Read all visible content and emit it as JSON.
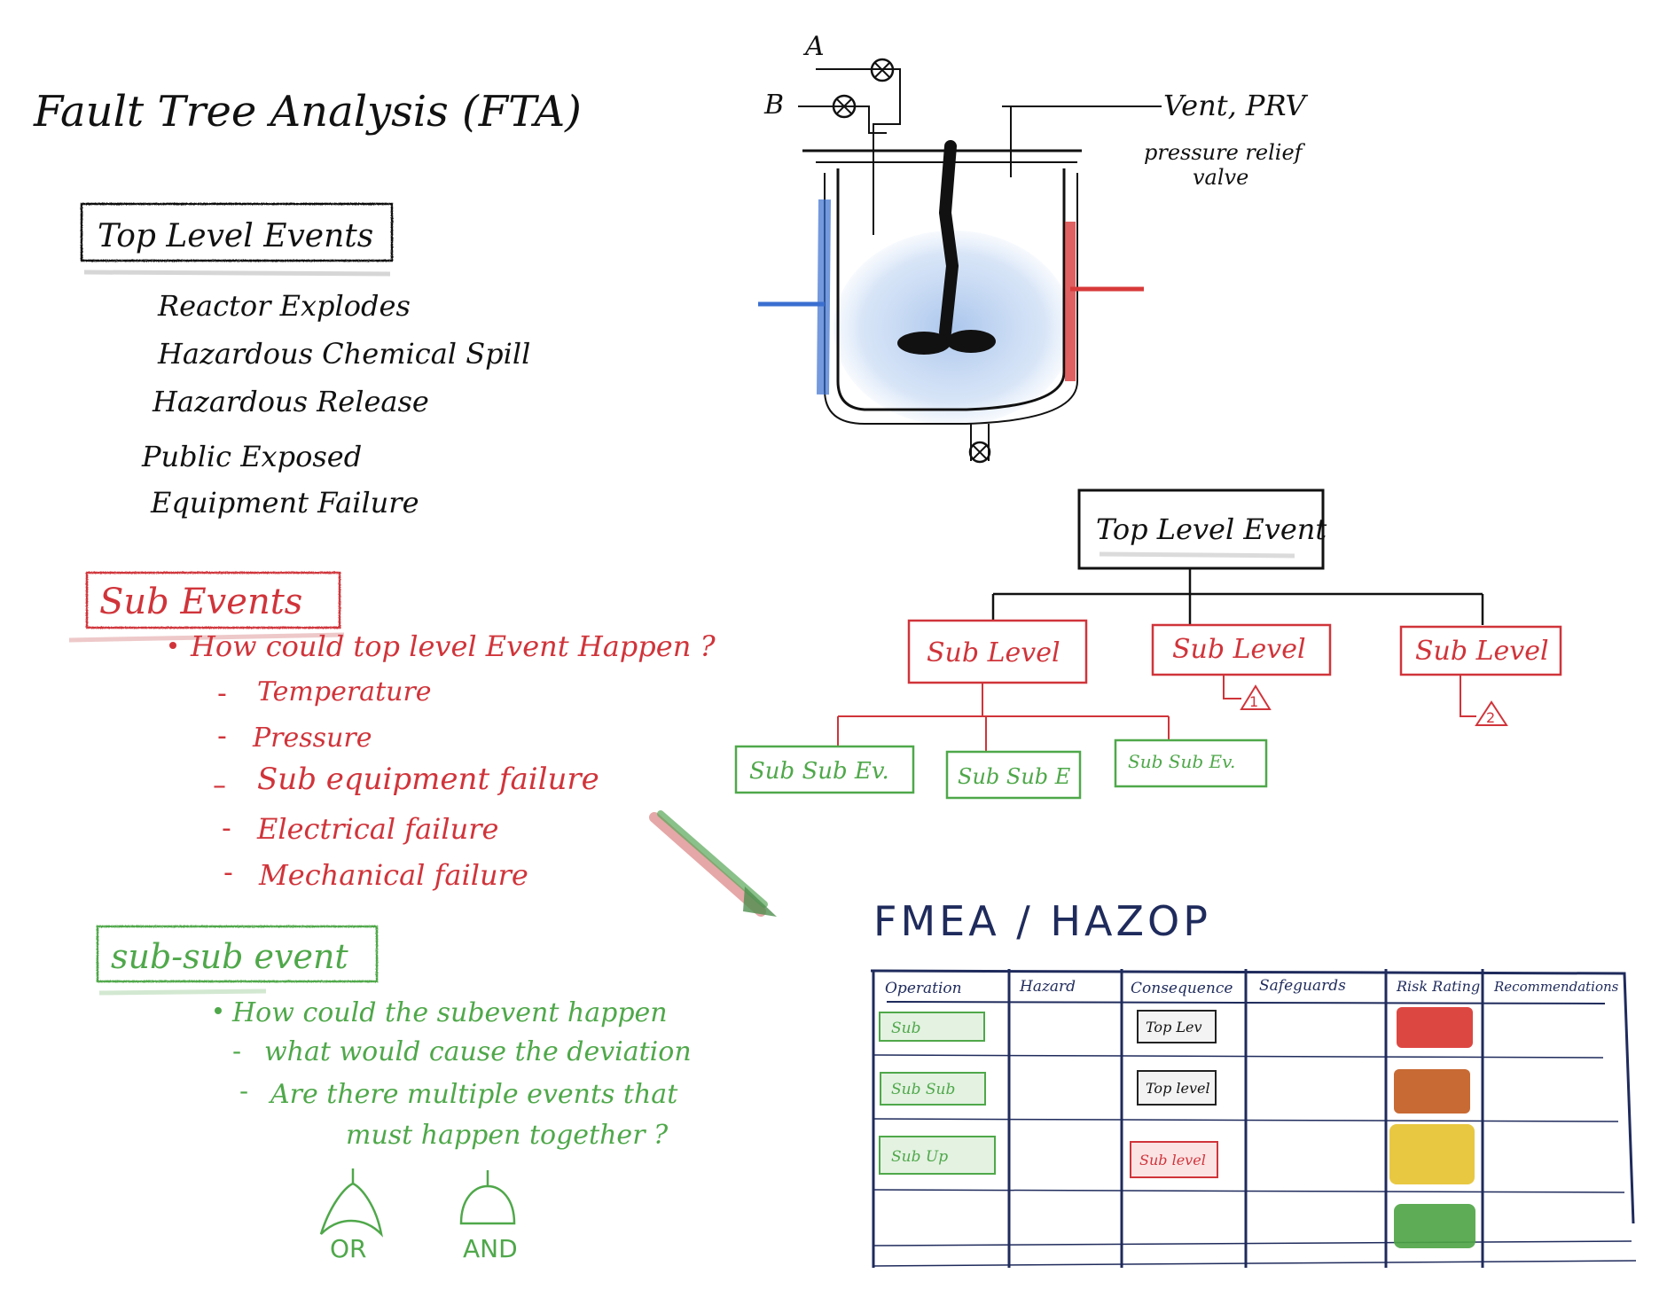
{
  "title": "Fault Tree Analysis (FTA)",
  "top_level": {
    "heading": "Top Level Events",
    "items": [
      "Reactor Explodes",
      "Hazardous Chemical Spill",
      "Hazardous Release",
      "Public Exposed",
      "Equipment Failure"
    ]
  },
  "sub_events": {
    "heading": "Sub Events",
    "question": "How could top level Event Happen ?",
    "items": [
      "Temperature",
      "Pressure",
      "Sub equipment failure",
      "Electrical failure",
      "Mechanical failure"
    ]
  },
  "sub_sub": {
    "heading": "sub-sub event",
    "lines": [
      "How could the subevent happen",
      "what would cause the deviation",
      "Are there multiple events that",
      "must happen together ?"
    ],
    "gates": {
      "or": "OR",
      "and": "AND"
    }
  },
  "reactor": {
    "inlet_a": "A",
    "inlet_b": "B",
    "vent_label": "Vent, PRV",
    "vent_desc_1": "pressure relief",
    "vent_desc_2": "valve"
  },
  "tree": {
    "top": "Top Level Event",
    "sub": [
      "Sub Level",
      "Sub Level",
      "Sub Level"
    ],
    "markers": [
      "1",
      "2"
    ],
    "subsub": [
      "Sub Sub Ev.",
      "Sub Sub E",
      "Sub Sub Ev."
    ]
  },
  "fmea": {
    "title": "FMEA / HAZOP",
    "columns": [
      "Operation",
      "Hazard",
      "Consequence",
      "Safeguards",
      "Risk Rating",
      "Recommendations"
    ],
    "rows": [
      {
        "operation": "Sub",
        "consequence": "Top Lev",
        "consequence_color": "#222222",
        "risk_color": "#d8332e"
      },
      {
        "operation": "Sub Sub",
        "consequence": "Top level",
        "consequence_color": "#222222",
        "risk_color": "#c25a1e"
      },
      {
        "operation": "Sub Up",
        "consequence": "Sub level",
        "consequence_color": "#d0343a",
        "risk_color": "#e6c22c"
      },
      {
        "operation": "",
        "consequence": "",
        "consequence_color": "",
        "risk_color": "#4ca444"
      },
      {
        "operation": "",
        "consequence": "",
        "consequence_color": "",
        "risk_color": ""
      }
    ]
  },
  "colors": {
    "ink": "#111111",
    "red": "#d0343a",
    "green": "#4fa84a",
    "blue": "#3a6fd0",
    "navy": "#1f2b5c"
  }
}
